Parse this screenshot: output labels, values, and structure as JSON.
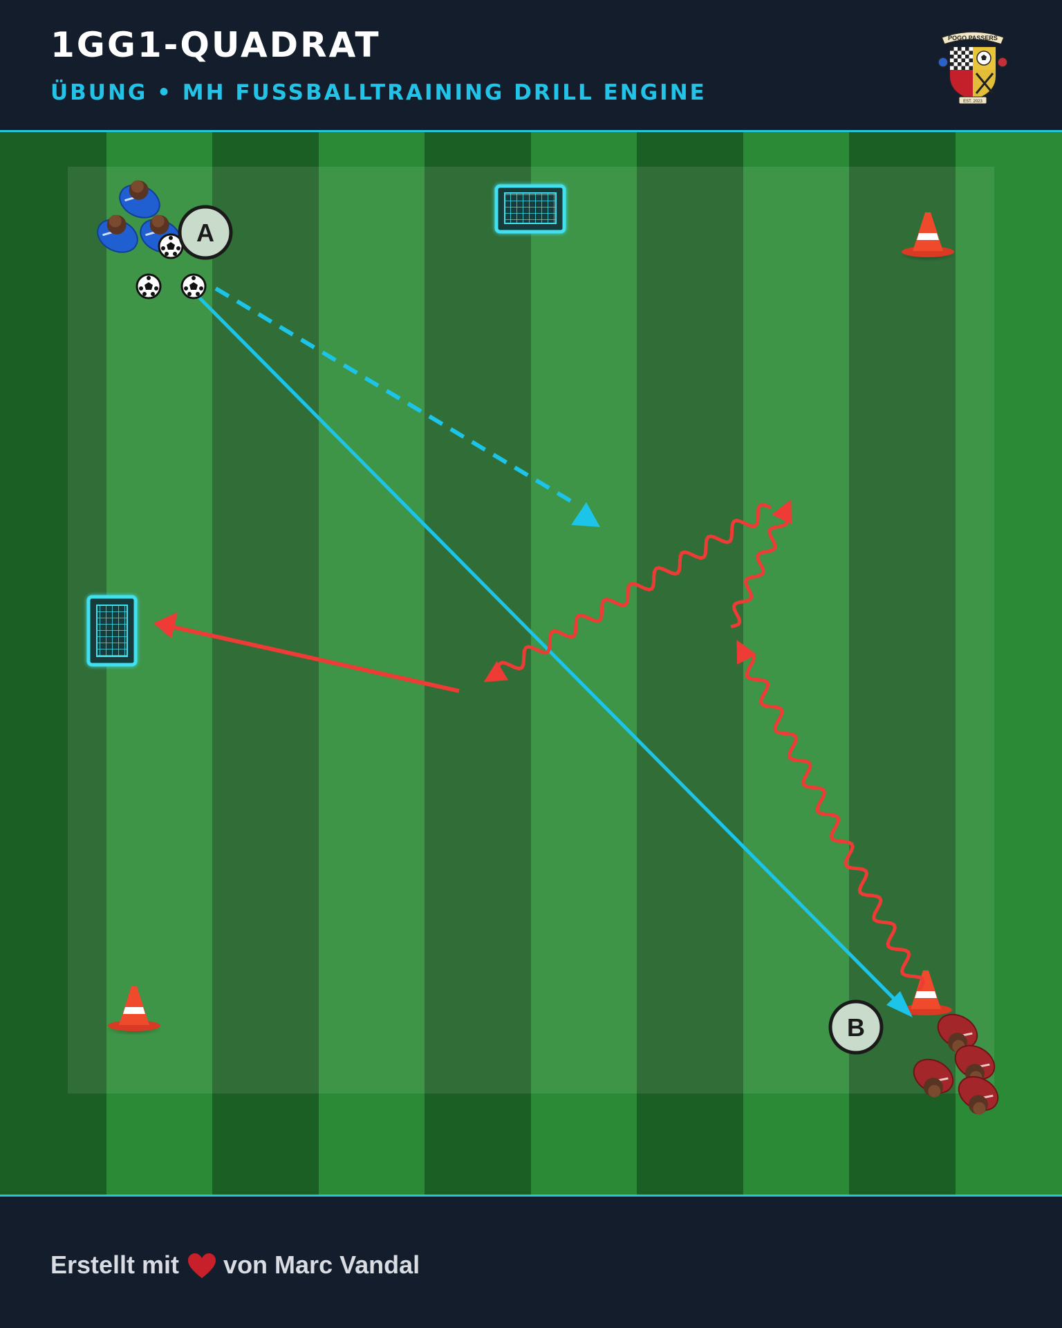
{
  "header": {
    "title": "1GG1-QUADRAT",
    "subtitle": "ÜBUNG • MH FUSSBALLTRAINING DRILL ENGINE",
    "logo": {
      "banner_text": "POGO PASSERS",
      "est_text": "EST. 2023"
    }
  },
  "pitch": {
    "colors": {
      "stripe_dark": "#1c5f24",
      "stripe_light": "#2b8a35",
      "zone_overlay": "rgba(255,255,255,0.09)"
    },
    "players": {
      "team_a": {
        "label": "A",
        "color": "#1f5fd1",
        "count": 3,
        "balls": 3
      },
      "team_b": {
        "label": "B",
        "color": "#a3262b",
        "count": 4
      }
    },
    "markers": [
      "A",
      "B"
    ],
    "goals": [
      "mini-goal-top",
      "mini-goal-left"
    ],
    "cones": [
      "cone-top-right",
      "cone-bottom-left",
      "cone-bottom-right"
    ],
    "arrows": {
      "pass_color": "#1dc4ea",
      "run_color": "#ee3b35",
      "types": [
        "pass-line",
        "pass-dashed",
        "dribble-wavy",
        "shot-straight"
      ]
    }
  },
  "footer": {
    "credit_prefix": "Erstellt mit",
    "credit_suffix": "von Marc Vandal",
    "heart_color": "#c8202b"
  }
}
